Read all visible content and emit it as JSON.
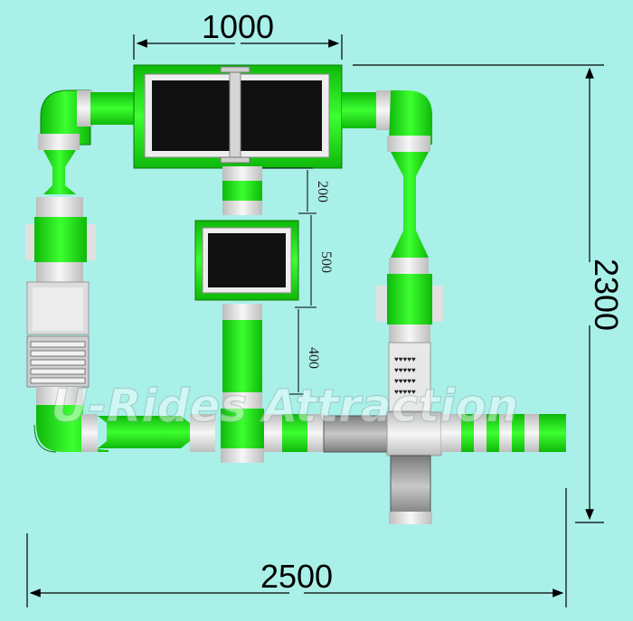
{
  "dimensions": {
    "width_top": "1000",
    "height_right": "2300",
    "width_bottom": "2500",
    "gap_1": "200",
    "platform_height": "500",
    "gap_2": "400"
  },
  "watermark": "U-Rides Attraction",
  "colors": {
    "background": "#a9f0e9",
    "green": "#22e81a",
    "dark_green": "#0ea00a",
    "light_grey": "#e6e6e6",
    "dark_panel": "#111111"
  }
}
